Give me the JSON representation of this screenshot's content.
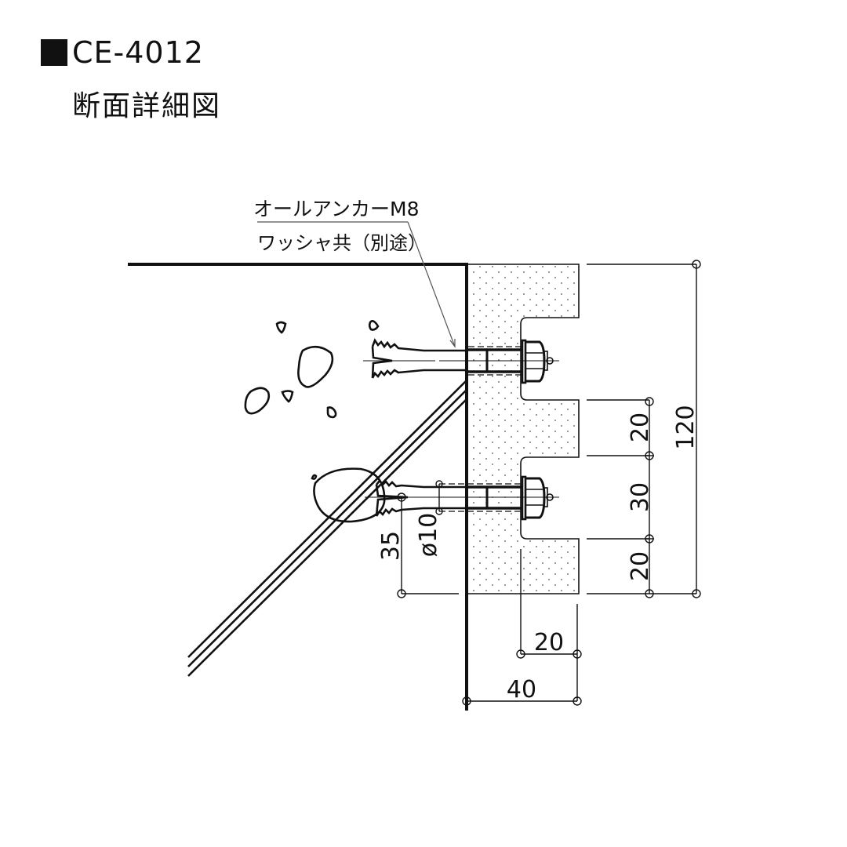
{
  "header": {
    "square_icon": "black-square",
    "product_code": "CE-4012",
    "drawing_title": "断面詳細図"
  },
  "callout": {
    "line1": "オールアンカーM8",
    "line2": "ワッシャ共（別途）"
  },
  "dimensions": {
    "overall_height": "120",
    "upper_segment": "20",
    "middle_segment": "30",
    "lower_segment": "20",
    "notch_depth": "20",
    "overall_depth": "40",
    "anchor_offset": "35",
    "hole_diameter": "ø10"
  },
  "colors": {
    "line": "#111111",
    "fill_dots": "#555555",
    "background": "#ffffff"
  }
}
